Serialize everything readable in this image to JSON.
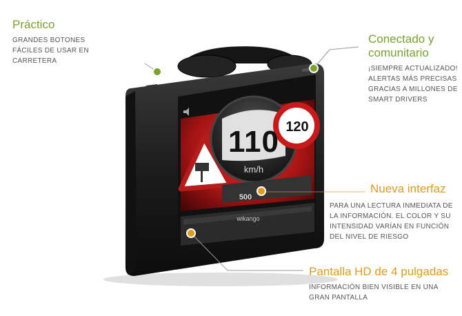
{
  "features": {
    "practico": {
      "title": "Práctico",
      "lines": [
        "GRANDES BOTONES",
        "FÁCILES DE USAR EN",
        "CARRETERA"
      ],
      "color": "#7aa32a"
    },
    "conectado": {
      "title_lines": [
        "Conectado y",
        "comunitario"
      ],
      "lines": [
        "¡SIEMPRE ACTUALIZADO!",
        "ALERTAS MÁS PRECISAS",
        "GRACIAS A MILLONES DE",
        "SMART DRIVERS"
      ],
      "color": "#7aa32a"
    },
    "interfaz": {
      "title": "Nueva interfaz",
      "lines": [
        "PARA UNA LECTURA INMEDIATA DE",
        "LA INFORMACIÓN. EL COLOR Y SU",
        "INTENSIDAD VARÍAN EN FUNCIÓN",
        "DEL NIVEL DE RIESGO"
      ],
      "color": "#e39a1c"
    },
    "pantalla": {
      "title": "Pantalla HD de 4 pulgadas",
      "lines": [
        "INFORMACIÓN BIEN VISIBLE EN UNA",
        "GRAN PANTALLA"
      ],
      "color": "#e39a1c"
    }
  },
  "device": {
    "speed": "110",
    "speed_unit": "km/h",
    "limit_sign": "120",
    "distance": "500",
    "brand": "wikango"
  }
}
